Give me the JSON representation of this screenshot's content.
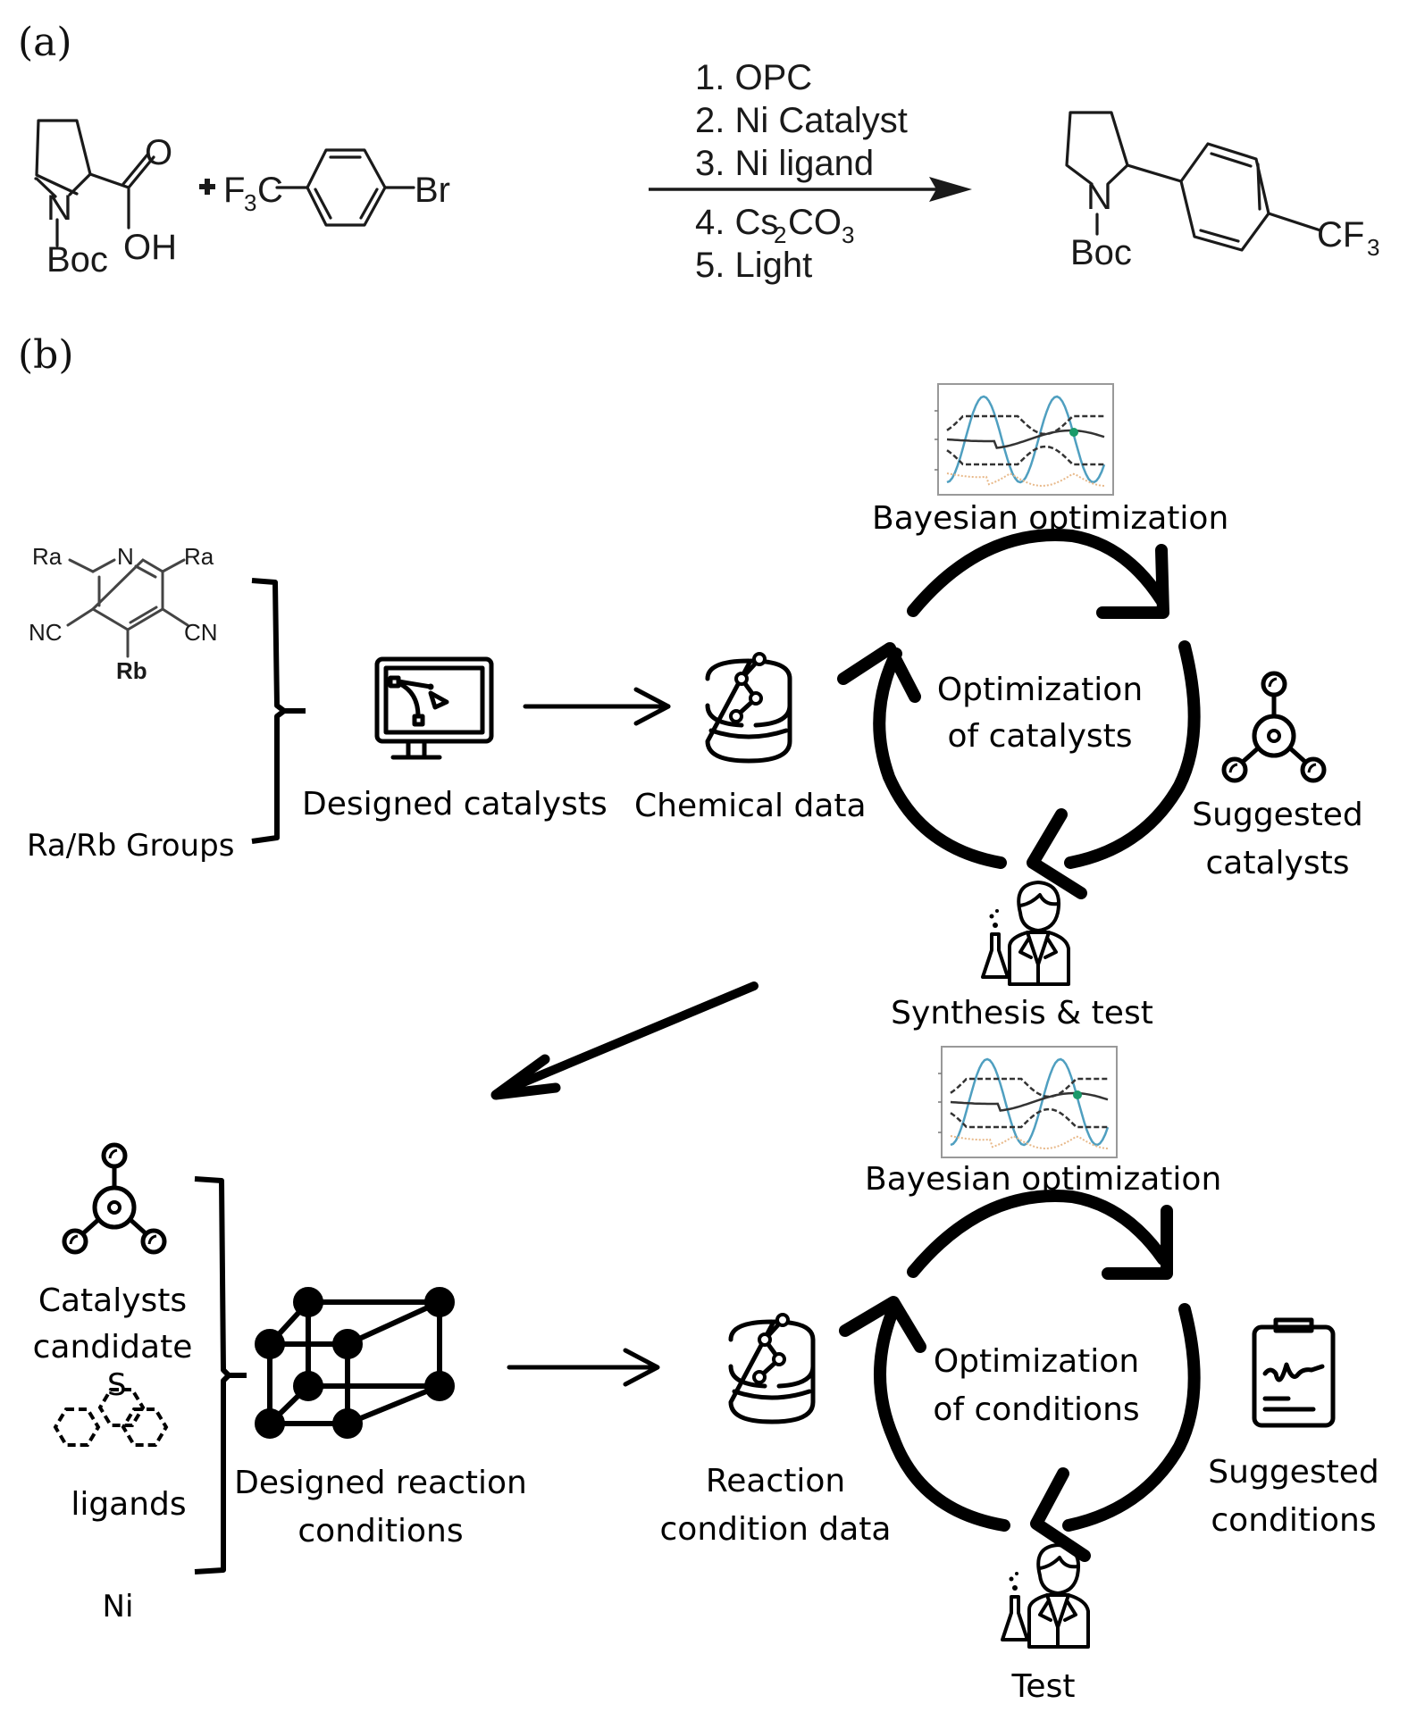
{
  "panels": {
    "a": {
      "label": "(a)",
      "reactant1": {
        "n_label": "N",
        "boc_label": "Boc",
        "o_label": "O",
        "oh_label": "OH"
      },
      "plus": "+",
      "reactant2": {
        "f3c_label": "F",
        "f3c_sub": "3",
        "f3c_c": "C",
        "br_label": "Br"
      },
      "conditions": {
        "step1": "1. OPC",
        "step2": "2. Ni Catalyst",
        "step3": "3. Ni ligand",
        "step4_pre": "4. Cs",
        "step4_sub1": "2",
        "step4_mid": "CO",
        "step4_sub2": "3",
        "step5": "5. Light"
      },
      "product": {
        "n_label": "N",
        "boc_label": "Boc",
        "cf3_label": "CF",
        "cf3_sub": "3"
      }
    },
    "b": {
      "label": "(b)",
      "catalyst_scaffold": {
        "ra_left": "Ra",
        "ra_right": "Ra",
        "n_label": "N",
        "nc_left": "NC",
        "cn_right": "CN",
        "rb": "Rb",
        "ra_color": "#e8343a",
        "rb_color": "#2a2ad0"
      },
      "top_cycle": {
        "groups_label": "Ra/Rb Groups",
        "designed_label": "Designed catalysts",
        "data_label": "Chemical data",
        "bo_label": "Bayesian optimization",
        "center_line1": "Optimization",
        "center_line2": "of catalysts",
        "suggested_line1": "Suggested",
        "suggested_line2": "catalysts",
        "synthesis_label": "Synthesis & test"
      },
      "bottom_cycle": {
        "catalysts_line1": "Catalysts",
        "catalysts_line2": "candidate",
        "s_label": "S",
        "ligands_label": "ligands",
        "ni_label": "Ni",
        "designed_line1": "Designed reaction",
        "designed_line2": "conditions",
        "data_line1": "Reaction",
        "data_line2": "condition data",
        "bo_label": "Bayesian optimization",
        "center_line1": "Optimization",
        "center_line2": "of conditions",
        "suggested_line1": "Suggested",
        "suggested_line2": "conditions",
        "test_label": "Test"
      },
      "bo_plot_colors": {
        "objective": "#4f9fc0",
        "mean": "#333333",
        "bounds": "#333333",
        "acquisition": "#e8b98a",
        "point": "#1a9a6a",
        "frame": "#999999"
      }
    }
  }
}
